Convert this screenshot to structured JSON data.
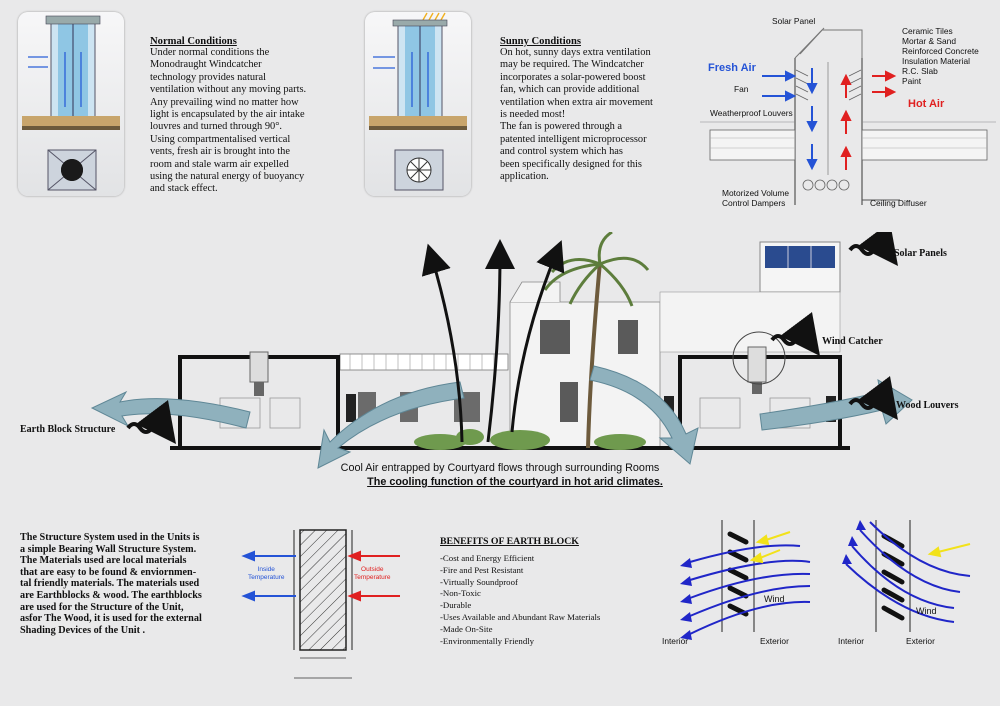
{
  "top": {
    "normal": {
      "heading": "Normal Conditions",
      "lines": [
        "Under normal conditions the",
        "Monodraught Windcatcher",
        "technology provides natural",
        "ventilation without any moving parts.",
        "Any prevailing wind no matter how",
        "light is encapsulated by the air intake",
        "louvres and turned through 90°.",
        "Using compartmentalised vertical",
        "vents, fresh air is brought into the",
        "room and stale warm air expelled",
        "using the natural energy of buoyancy",
        "and stack effect."
      ]
    },
    "sunny": {
      "heading": "Sunny Conditions",
      "lines": [
        "On hot, sunny days extra ventilation",
        "may be required. The Windcatcher",
        "incorporates a solar-powered boost",
        "fan, which can provide additional",
        "ventilation when extra air movement",
        "is needed most!",
        "The fan is powered through a",
        "patented intelligent microprocessor",
        "and control system which has",
        "been specifically designed for this",
        "application."
      ]
    },
    "detail": {
      "solar_panel": "Solar Panel",
      "fresh_air": "Fresh Air",
      "fan": "Fan",
      "weatherproof": "Weatherproof Louvers",
      "hot_air": "Hot Air",
      "materials": [
        "Ceramic Tiles",
        "Mortar & Sand",
        "Reinforced Concrete",
        "Insulation Material",
        "R.C. Slab",
        "Paint"
      ],
      "dampers": [
        "Motorized Volume",
        "Control Dampers"
      ],
      "diffuser": "Ceiling Diffuser"
    }
  },
  "section": {
    "labels": {
      "solar_panels": "Solar Panels",
      "wind_catcher": "Wind Catcher",
      "wood_louvers": "Wood Louvers",
      "earth_block": "Earth Block Structure"
    },
    "caption1": "Cool Air entrapped by Courtyard flows through surrounding Rooms",
    "caption2": "The cooling function of the courtyard in hot arid climates."
  },
  "bottom": {
    "structure_lines": [
      "The Structure System used in the Units is",
      "a simple Bearing Wall Structure System.",
      "The Materials used are local materials",
      "that are easy to be found & enviornmen-",
      "tal friendly materials. The materials used",
      "are Earthblocks & wood. The earthblocks",
      "are used for the Structure of the Unit,",
      "asfor The Wood, it is used for the external",
      "Shading Devices of the Unit ."
    ],
    "wall": {
      "inside": [
        "Inside",
        "Temperature"
      ],
      "outside": [
        "Outside",
        "Temperature"
      ]
    },
    "benefits": {
      "title": "BENEFITS OF EARTH BLOCK",
      "items": [
        "-Cost and Energy Efficient",
        "-Fire and Pest Resistant",
        "-Virtually Soundproof",
        "-Non-Toxic",
        "-Durable",
        "-Uses Available and Abundant Raw Materials",
        "-Made On-Site",
        "-Environmentally Friendly"
      ]
    },
    "louvers": {
      "wind": "Wind",
      "interior": "Interior",
      "exterior": "Exterior"
    }
  },
  "colors": {
    "background": "#e9e9ea",
    "fresh_air_blue": "#2453d6",
    "hot_air_red": "#e02020",
    "airflow_teal": "#8fb1bd",
    "sun_yellow": "#f2e21a",
    "palm_green": "#5d7d3c"
  }
}
